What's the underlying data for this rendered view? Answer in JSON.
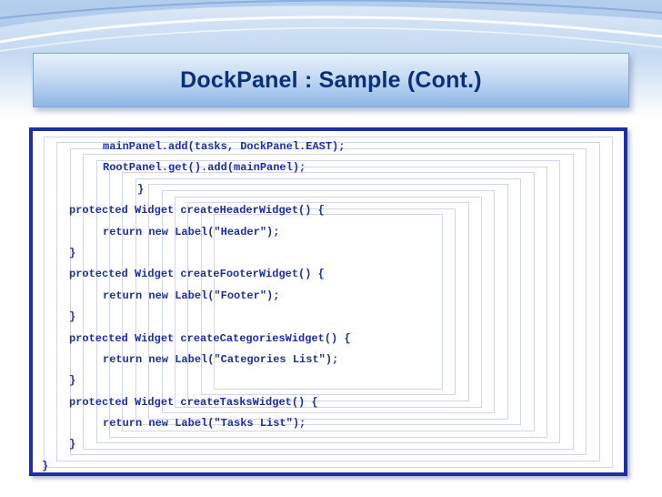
{
  "slide": {
    "title": "DockPanel : Sample (Cont.)"
  },
  "code": {
    "lines": [
      {
        "text": "mainPanel.add(tasks, DockPanel.EAST);",
        "indent": 2
      },
      {
        "text": "RootPanel.get().add(mainPanel);",
        "indent": 2
      },
      {
        "text": "}",
        "indent": 3
      },
      {
        "text": "protected Widget createHeaderWidget() {",
        "indent": 1
      },
      {
        "text": "return new Label(\"Header\");",
        "indent": 2
      },
      {
        "text": "}",
        "indent": 1
      },
      {
        "text": "protected Widget createFooterWidget() {",
        "indent": 1
      },
      {
        "text": "return new Label(\"Footer\");",
        "indent": 2
      },
      {
        "text": "}",
        "indent": 1
      },
      {
        "text": "protected Widget createCategoriesWidget() {",
        "indent": 1
      },
      {
        "text": "return new Label(\"Categories List\");",
        "indent": 2
      },
      {
        "text": "}",
        "indent": 1
      },
      {
        "text": "protected Widget createTasksWidget() {",
        "indent": 1
      },
      {
        "text": "return new Label(\"Tasks List\");",
        "indent": 2
      },
      {
        "text": "}",
        "indent": 1
      },
      {
        "text": "}",
        "indent": 0
      }
    ]
  },
  "colors": {
    "title": "#0d2f78",
    "code_text": "#1d2fa4",
    "code_border": "#1d2fa4"
  }
}
